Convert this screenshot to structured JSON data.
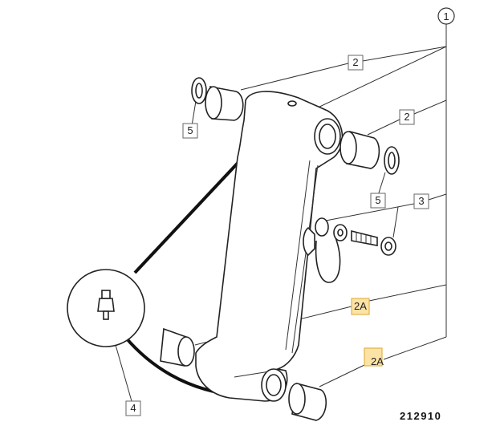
{
  "diagram": {
    "callout_main": "1",
    "callouts": {
      "bush_top": "2",
      "bush_right": "2",
      "bolt": "3",
      "grease_nipple": "4",
      "seal_left": "5",
      "seal_right": "5",
      "bush_lower": "2A",
      "bush_bottom": "2A"
    },
    "reference_number": "212910",
    "highlight_color": "#fbe3a6"
  }
}
